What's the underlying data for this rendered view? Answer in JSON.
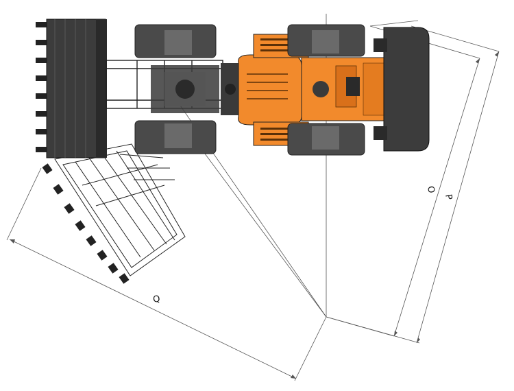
{
  "diagram": {
    "dimension_labels": {
      "o": "O",
      "p": "P",
      "q": "Q"
    },
    "colors": {
      "body": "#f28a2c",
      "body_shade": "#d9701a",
      "tire": "#4a4a4a",
      "bucket": "#3c3c3c",
      "frame": "#2f2f2f",
      "line": "#555555"
    }
  }
}
